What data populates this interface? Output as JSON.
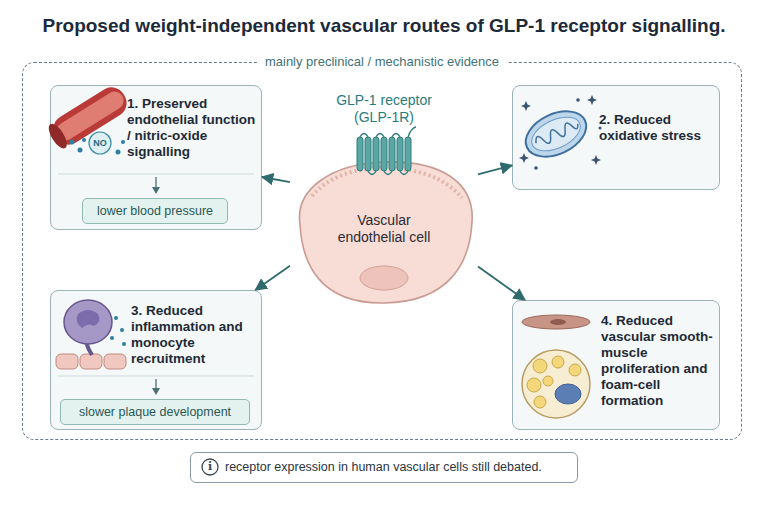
{
  "diagram": {
    "title": "Proposed weight-independent vascular routes of GLP-1 receptor signalling.",
    "nodes": [
      {
        "text": [
          "mainly preclinical / mechanistic evidence"
        ]
      },
      {
        "text": [
          "1. Preserved endothelial function / nitric-oxide signalling"
        ],
        "in": 0
      },
      {
        "text": [
          "lower blood pressure"
        ],
        "in": 1
      },
      {
        "text": [
          "GLP-1 receptor (GLP-1R)",
          "Vascular endothelial cell"
        ],
        "in": 0
      },
      {
        "text": [
          "2. Reduced oxidative stress"
        ],
        "in": 0
      },
      {
        "text": [
          "3. Reduced inflammation and monocyte recruitment"
        ],
        "in": 0
      },
      {
        "text": [
          "slower plaque development"
        ],
        "in": 5
      },
      {
        "text": [
          "4. Reduced vascular smooth-muscle proliferation and foam-cell formation"
        ],
        "in": 0
      },
      {
        "text": [
          "receptor expression in human vascular cells still debated."
        ]
      }
    ],
    "edges": [
      {
        "from": 3,
        "to": 1,
        "arrow": "to"
      },
      {
        "from": 3,
        "to": 4,
        "arrow": "to"
      },
      {
        "from": 3,
        "to": 5,
        "arrow": "to"
      },
      {
        "from": 3,
        "to": 7,
        "arrow": "to"
      }
    ],
    "labels": [
      "NO",
      "i"
    ]
  }
}
